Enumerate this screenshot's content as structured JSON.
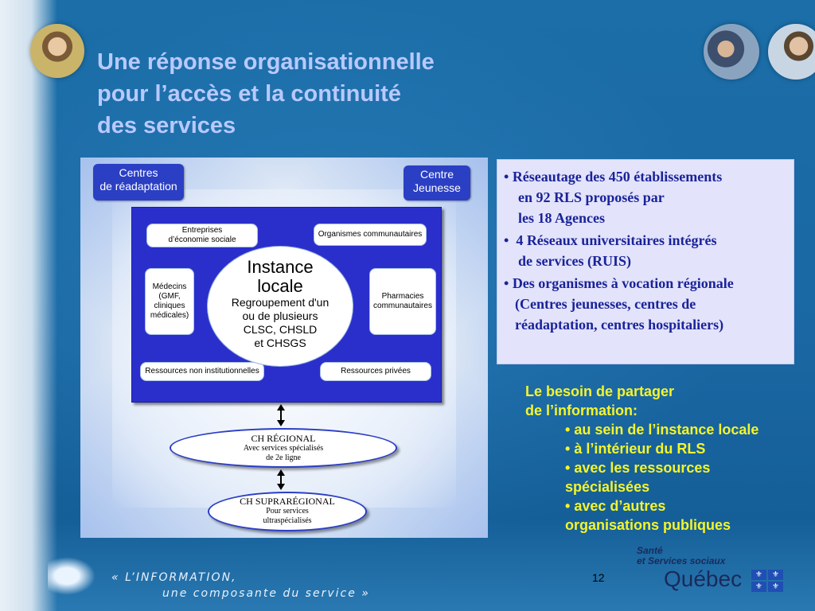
{
  "title": {
    "line1": "Une réponse organisationnelle",
    "line2": "pour l’accès et la continuité",
    "line3": "des services"
  },
  "diagram": {
    "corner_left": {
      "line1": "Centres",
      "line2": "de réadaptation"
    },
    "corner_right": {
      "line1": "Centre",
      "line2": "Jeunesse"
    },
    "entreprises": {
      "line1": "Entreprises",
      "line2": "d’économie sociale"
    },
    "organismes": "Organismes communautaires",
    "medecins": {
      "line1": "Médecins",
      "line2": "(GMF,",
      "line3": "cliniques",
      "line4": "médicales)"
    },
    "pharmacies": {
      "line1": "Pharmacies",
      "line2": "communautaires"
    },
    "ressources_ni": "Ressources non institutionnelles",
    "ressources_p": "Ressources privées",
    "instance": {
      "title1": "Instance",
      "title2": "locale",
      "line1": "Regroupement d'un",
      "line2": "ou de plusieurs",
      "line3": "CLSC, CHSLD",
      "line4": "et CHSGS"
    },
    "regional": {
      "head": "CH RÉGIONAL",
      "line1": "Avec services spécialisés",
      "line2": "de 2e ligne"
    },
    "supra": {
      "head": "CH SUPRARÉGIONAL",
      "line1": "Pour services",
      "line2": "ultraspécialisés"
    }
  },
  "info": {
    "item1": {
      "line1": "Réseautage des 450 établissements",
      "line2": "en 92 RLS proposés par",
      "line3": "les 18 Agences"
    },
    "item2": {
      "line1": "4 Réseaux universitaires intégrés",
      "line2": "de services (RUIS)"
    },
    "item3": {
      "line1": "Des organismes à vocation régionale",
      "line2": "(Centres jeunesses, centres de",
      "line3": "réadaptation, centres hospitaliers)"
    }
  },
  "needs": {
    "line1": "Le besoin de partager",
    "line2": "de l’information:",
    "b1": "au sein de l’instance locale",
    "b2": "à l’intérieur du RLS",
    "b3a": "avec les ressources",
    "b3b": "spécialisées",
    "b4a": "avec d’autres",
    "b4b": "organisations publiques"
  },
  "footer": {
    "tag1": "« L’INFORMATION,",
    "tag2": "une composante du service »",
    "page": "12"
  },
  "logo": {
    "line1": "Santé",
    "line2": "et Services sociaux",
    "name": "Québec"
  },
  "colors": {
    "background": "#1a67a3",
    "title": "#b9c9ff",
    "panel": "#2a2fcc",
    "info_text": "#1a2399",
    "needs_text": "#f4f42c"
  }
}
